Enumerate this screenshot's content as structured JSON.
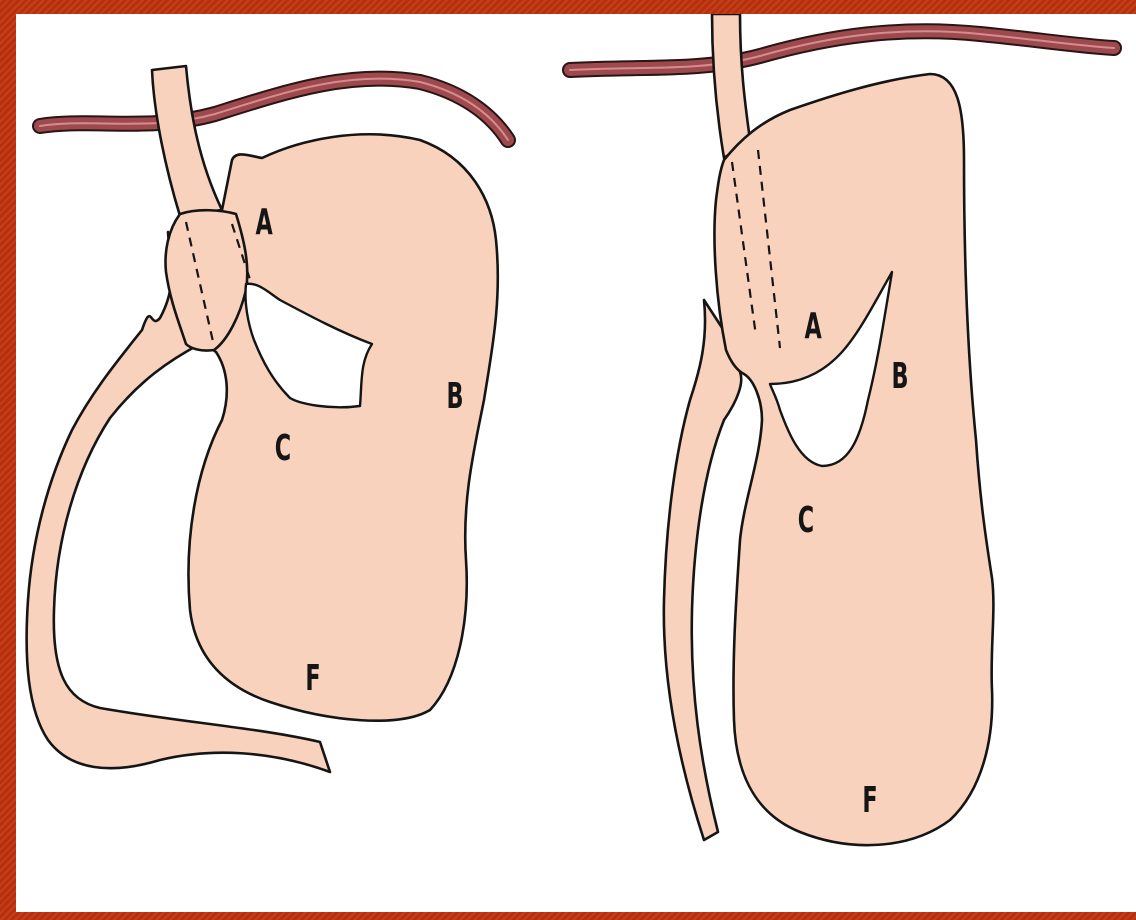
{
  "left_diagram": {
    "labels": {
      "a": "A",
      "b": "B",
      "c": "C",
      "f": "F"
    }
  },
  "right_diagram": {
    "labels": {
      "a": "A",
      "b": "B",
      "c": "C",
      "f": "F"
    }
  },
  "colors": {
    "frame": "#c0330e",
    "background": "#ffffff",
    "organ_fill": "#f9d2bd",
    "outline": "#151515",
    "vessel": "#9c4a4e"
  }
}
